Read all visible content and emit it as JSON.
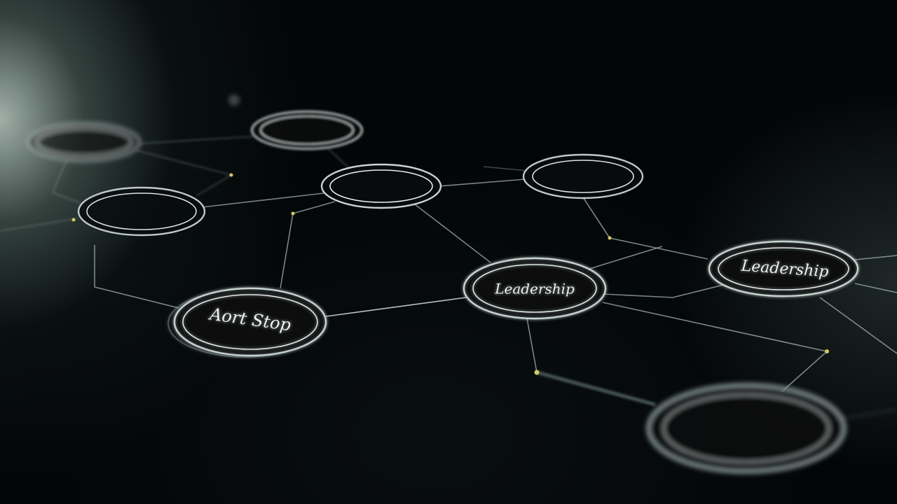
{
  "scene": {
    "description_free": true,
    "background_color": "#030607",
    "line_color": "#9fb0ad",
    "ring_color": "#c8d4d2",
    "joint_color": "#d6c86a"
  },
  "nodes": {
    "top_left": {
      "label": ""
    },
    "top_center": {
      "label": ""
    },
    "upper_mid_left": {
      "label": ""
    },
    "upper_center": {
      "label": ""
    },
    "upper_right": {
      "label": ""
    },
    "bottom_left": {
      "label": "Aort Stop"
    },
    "center": {
      "label": "Leadership"
    },
    "right": {
      "label": "Leadership"
    },
    "bottom_right": {
      "label": ""
    }
  }
}
